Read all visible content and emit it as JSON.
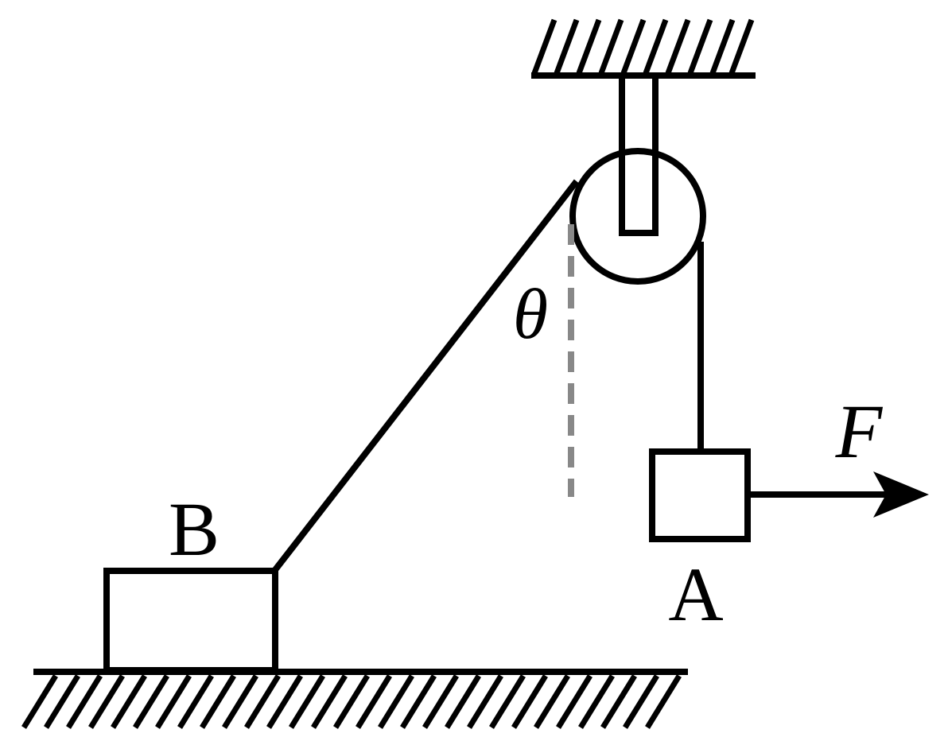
{
  "labels": {
    "block_a": "A",
    "block_b": "B",
    "force": "F",
    "angle": "θ"
  },
  "colors": {
    "line": "#000000",
    "block_fill": "#c8c8c8",
    "dashed_reference": "#888888",
    "background": "#ffffff"
  }
}
